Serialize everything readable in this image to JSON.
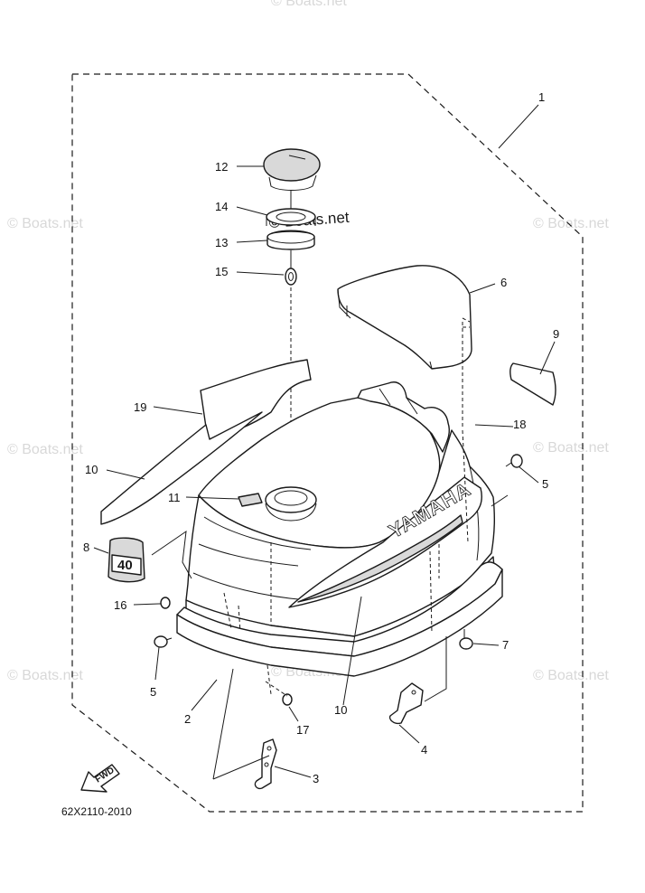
{
  "diagram": {
    "drawing_code": "62X2110-2010",
    "brand_text": "YAMAHA",
    "decal_number": "40",
    "fwd_label": "FWD",
    "watermark": "© Boats.net",
    "callouts": {
      "p1": "1",
      "p2": "2",
      "p3": "3",
      "p4": "4",
      "p5a": "5",
      "p5b": "5",
      "p6": "6",
      "p7": "7",
      "p8": "8",
      "p9": "9",
      "p10a": "10",
      "p10b": "10",
      "p11": "11",
      "p12": "12",
      "p13": "13",
      "p14": "14",
      "p15": "15",
      "p16": "16",
      "p17": "17",
      "p18": "18",
      "p19": "19"
    }
  }
}
